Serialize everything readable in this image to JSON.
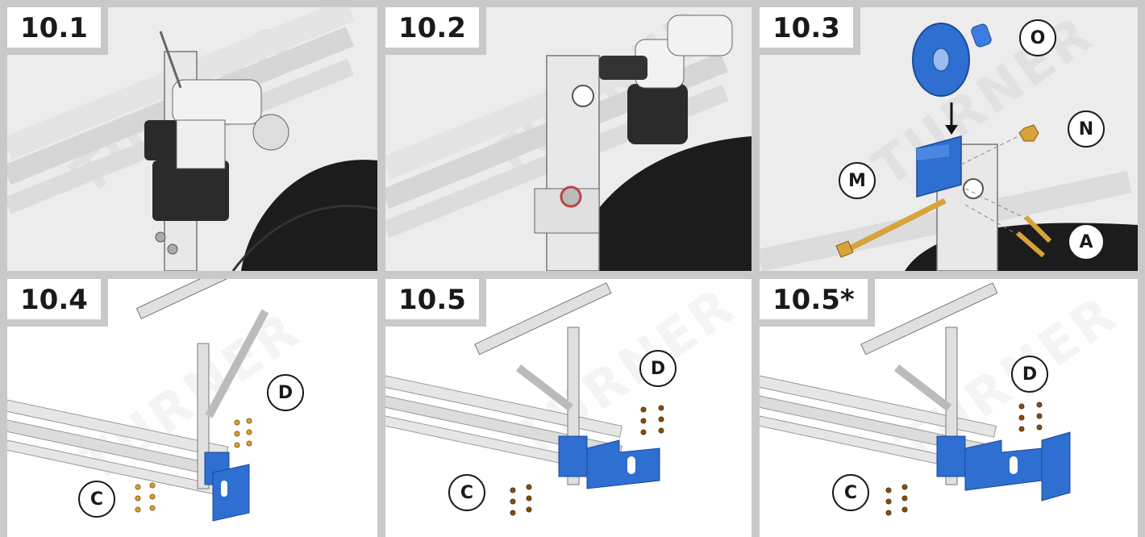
{
  "panels": [
    {
      "step": "10.1",
      "callouts": []
    },
    {
      "step": "10.2",
      "callouts": []
    },
    {
      "step": "10.3",
      "callouts": [
        "O",
        "N",
        "M",
        "A"
      ]
    },
    {
      "step": "10.4",
      "callouts": [
        "D",
        "C"
      ]
    },
    {
      "step": "10.5",
      "callouts": [
        "D",
        "C"
      ]
    },
    {
      "step": "10.5*",
      "callouts": [
        "D",
        "C"
      ]
    }
  ],
  "watermark": "TURNER",
  "colors": {
    "bracket_blue": "#2e6fd1",
    "hardware_gold": "#d9a23a",
    "frame": "#c9c9c9",
    "seal_black": "#1c1c1c"
  }
}
